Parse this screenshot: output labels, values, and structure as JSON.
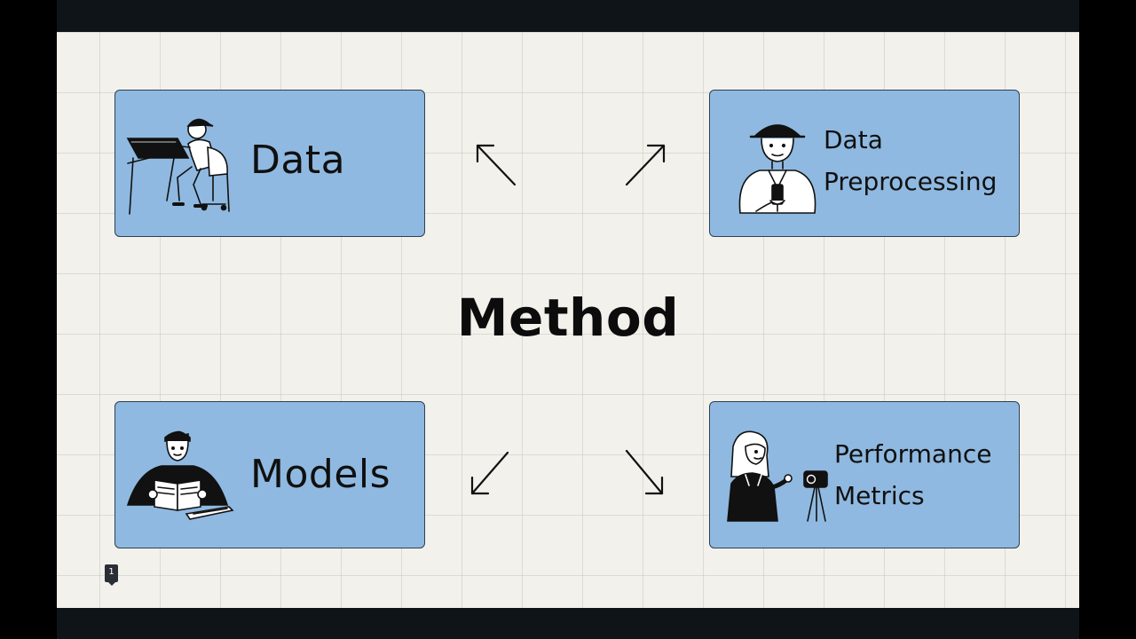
{
  "slide": {
    "title": "Method",
    "page_number": "1",
    "cards": {
      "data": {
        "label": "Data"
      },
      "preprocessing": {
        "line1": "Data",
        "line2": "Preprocessing"
      },
      "models": {
        "label": "Models"
      },
      "metrics": {
        "line1": "Performance",
        "line2": "Metrics"
      }
    }
  },
  "colors": {
    "card_fill": "#8fb9e0",
    "card_border": "#2f4050",
    "slide_background": "#f2f1ec",
    "title_text": "#0c0c0c"
  },
  "icons": {
    "data_illustration": "person-drafting-icon",
    "preprocessing_illustration": "person-with-phone-icon",
    "models_illustration": "person-reading-book-icon",
    "metrics_illustration": "person-presenting-camera-icon",
    "arrows": [
      "arrow-up-left-icon",
      "arrow-up-right-icon",
      "arrow-down-left-icon",
      "arrow-down-right-icon"
    ]
  }
}
